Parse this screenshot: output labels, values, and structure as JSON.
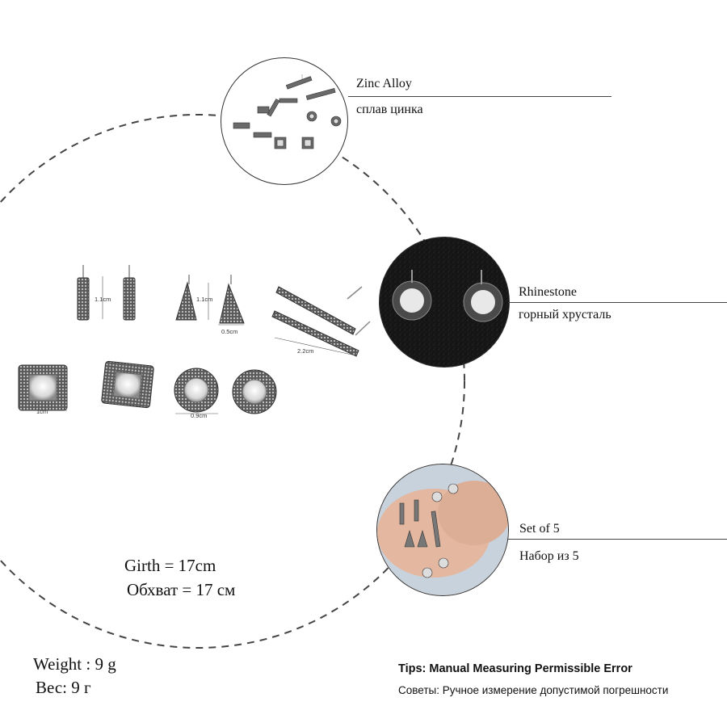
{
  "callouts": [
    {
      "id": "zinc",
      "en": "Zinc Alloy",
      "ru": "сплав цинка"
    },
    {
      "id": "rhinestone",
      "en": "Rhinestone",
      "ru": "горный хрусталь"
    },
    {
      "id": "set",
      "en": "Set of 5",
      "ru": "Набор из 5"
    }
  ],
  "dimensions": {
    "bar_height": "1.1cm",
    "triangle_height": "1.1cm",
    "triangle_width": "0.5cm",
    "long_bar_length": "2.2cm",
    "square_width": "1cm",
    "round_width": "0.9cm"
  },
  "girth": {
    "en": "Girth = 17cm",
    "ru": "Обхват = 17 см"
  },
  "weight": {
    "en": "Weight : 9 g",
    "ru": "Вес: 9 г"
  },
  "tips": {
    "en": "Tips: Manual Measuring Permissible Error",
    "ru": "Советы: Ручное измерение допустимой погрешности"
  }
}
